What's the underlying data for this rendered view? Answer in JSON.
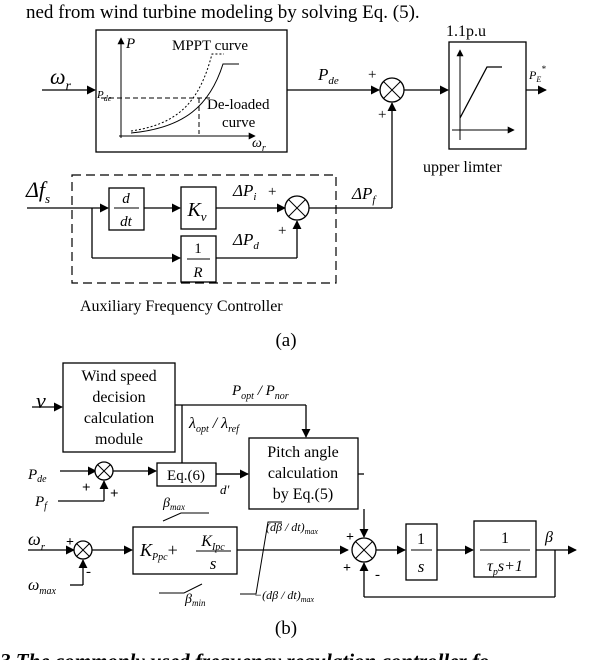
{
  "header": {
    "top_text": "ned from wind turbine modeling by solving Eq. (5)."
  },
  "diagram_a": {
    "omega_r": "ω",
    "omega_r_sub": "r",
    "chart_P": "P",
    "chart_mppt": "MPPT curve",
    "chart_pde": "P",
    "chart_pde_sub": "de",
    "chart_deloaded_1": "De-loaded",
    "chart_deloaded_2": "curve",
    "chart_wr": "ω",
    "chart_wr_sub": "r",
    "pde_out": "P",
    "pde_out_sub": "de",
    "plus_top": "+",
    "plus_right": "+",
    "limiter_title": "1.1p.u",
    "limiter_out": "P",
    "limiter_out_sub": "E",
    "limiter_out_sup": "*",
    "limiter_caption": "upper limter",
    "delta_fs": "Δf",
    "delta_fs_sub": "s",
    "deriv_num": "d",
    "deriv_den": "dt",
    "kv": "K",
    "kv_sub": "v",
    "dpi": "ΔP",
    "dpi_sub": "i",
    "plus_dpi": "+",
    "gain_num": "1",
    "gain_den": "R",
    "dpd": "ΔP",
    "dpd_sub": "d",
    "plus_dpd": "+",
    "dpf": "ΔP",
    "dpf_sub": "f",
    "aux_caption": "Auxiliary Frequency Controller",
    "label": "(a)"
  },
  "diagram_b": {
    "v": "v",
    "wind_block": [
      "Wind speed",
      "decision",
      "calculation",
      "module"
    ],
    "popt": "P",
    "popt_sub": "opt",
    "slash1": " / ",
    "pnor": "P",
    "pnor_sub": "nor",
    "lam_opt": "λ",
    "lam_opt_sub": "opt",
    "slash2": " / ",
    "lam_ref": "λ",
    "lam_ref_sub": "ref",
    "pitch_block": [
      "Pitch angle",
      "calculation",
      "by Eq.(5)"
    ],
    "pde": "P",
    "pde_sub": "de",
    "pf": "P",
    "pf_sub": "f",
    "plus_a": "+",
    "plus_b": "+",
    "eq6": "Eq.(6)",
    "dprime": "d'",
    "omega_r": "ω",
    "omega_r_sub": "r",
    "omega_max": "ω",
    "omega_max_sub": "max",
    "plus_c": "+",
    "minus_c": "-",
    "beta_max": "β",
    "beta_max_sub": "max",
    "beta_min": "β",
    "beta_min_sub": "min",
    "pi_k": "K",
    "pi_k_sub": "Ppc",
    "pi_plus": "+",
    "pi_ki": "K",
    "pi_ki_sub": "Ipc",
    "pi_s": "s",
    "rate_max": "(dβ / dt)",
    "rate_max_sub": "max",
    "rate_min": "−(dβ / dt)",
    "rate_min_sub": "max",
    "plus_d": "+",
    "plus_e": "+",
    "minus_d": "-",
    "int_num": "1",
    "int_den": "s",
    "act_num": "1",
    "act_den_tau": "τ",
    "act_den_sub": "p",
    "act_den_rest": "s+1",
    "beta_out": "β",
    "label": "(b)"
  },
  "footer": {
    "caption": "3 The commonly used frequency regulation controller fo"
  }
}
